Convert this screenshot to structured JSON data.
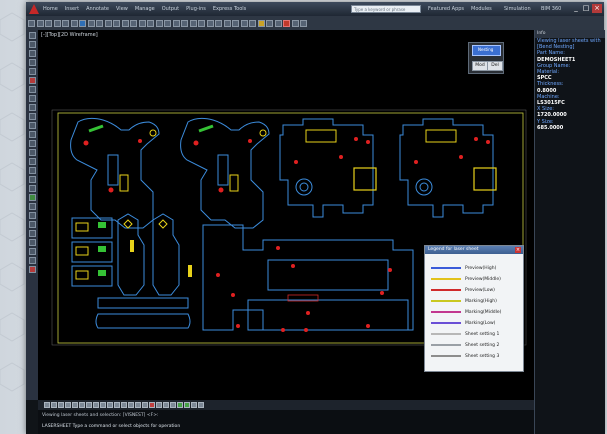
{
  "window": {
    "menu": [
      "Home",
      "Insert",
      "Annotate",
      "View",
      "Manage",
      "Output",
      "Plug-ins",
      "Express Tools",
      "Featured Apps",
      "Modules",
      "Simulation",
      "BIM 360"
    ],
    "search_placeholder": "Type a keyword or phrase",
    "controls": [
      "_",
      "□",
      "×"
    ]
  },
  "viewport": {
    "label": "[-][Top][2D Wireframe]"
  },
  "nav_widget": {
    "title": "Nesting",
    "buttons": [
      "Mod",
      "Del"
    ]
  },
  "right_panel": {
    "header": "Info",
    "lines": [
      {
        "kind": "k",
        "text": "Viewing laser sheets with"
      },
      {
        "kind": "k",
        "text": "[Bend Nesting]"
      },
      {
        "kind": "k",
        "text": "Part Name:"
      },
      {
        "kind": "v",
        "text": "DEMOSHEET1"
      },
      {
        "kind": "k",
        "text": "Group Name:"
      },
      {
        "kind": "v",
        "text": ""
      },
      {
        "kind": "k",
        "text": "Material:"
      },
      {
        "kind": "v",
        "text": "SPCC"
      },
      {
        "kind": "k",
        "text": "Thickness:"
      },
      {
        "kind": "v",
        "text": "0.8000"
      },
      {
        "kind": "k",
        "text": "Machine:"
      },
      {
        "kind": "v",
        "text": "LS3015FC"
      },
      {
        "kind": "k",
        "text": "X Size:"
      },
      {
        "kind": "v",
        "text": "1720.0000"
      },
      {
        "kind": "k",
        "text": "Y Size:"
      },
      {
        "kind": "v",
        "text": "685.0000"
      }
    ]
  },
  "legend_window": {
    "title": "Legend for laser sheet",
    "items": [
      {
        "label": "Preview(High)",
        "color": "#3a5bd9"
      },
      {
        "label": "Preview(Middle)",
        "color": "#e2c21a"
      },
      {
        "label": "Preview(Low)",
        "color": "#d02a2a"
      },
      {
        "label": "Marking(High)",
        "color": "#c9c820"
      },
      {
        "label": "Marking(Middle)",
        "color": "#c2378f"
      },
      {
        "label": "Marking(Low)",
        "color": "#6a4fd6"
      },
      {
        "label": "Sheet setting 1",
        "color": "#b7b7b7"
      },
      {
        "label": "Sheet setting 2",
        "color": "#9aa0a6"
      },
      {
        "label": "Sheet setting 3",
        "color": "#8d8d8d"
      }
    ]
  },
  "command_line": {
    "history": "Viewing laser sheets and selection: [VISNEST] <F>:",
    "prompt": "LASERSHEET Type a command or select objects for operation"
  },
  "colors": {
    "outline": "#3c8cdc",
    "part_yellow": "#e8d21a",
    "hole_red": "#e02020",
    "green": "#35c235",
    "sheet_border": "#c9cc43",
    "white": "#f0f0f0"
  }
}
